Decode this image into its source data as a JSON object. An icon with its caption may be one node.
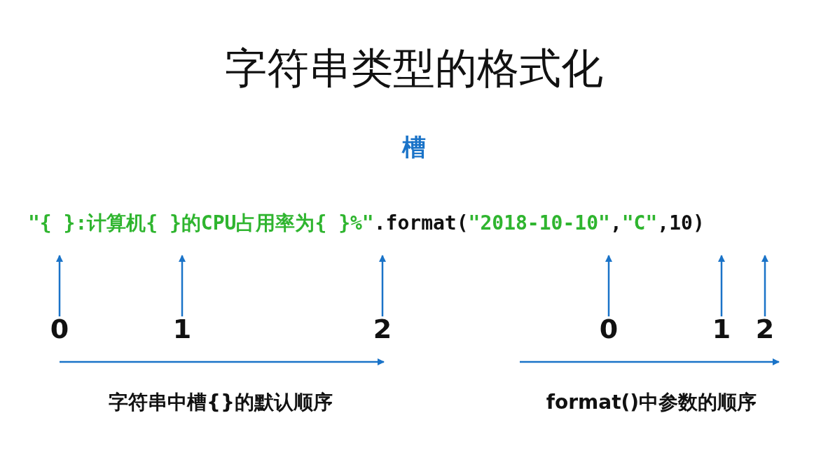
{
  "diagram": {
    "title": "字符串类型的格式化",
    "nodes": [
      {
        "text": [
          "0"
        ]
      },
      {
        "text": [
          "1"
        ]
      },
      {
        "text": [
          "2"
        ]
      },
      {
        "text": [
          "0"
        ]
      },
      {
        "text": [
          "1"
        ]
      },
      {
        "text": [
          "2"
        ]
      }
    ],
    "edges": [
      {
        "from": 0,
        "to": null,
        "arrow": "to"
      },
      {
        "from": 1,
        "to": null,
        "arrow": "to"
      },
      {
        "from": 2,
        "to": null,
        "arrow": "to"
      },
      {
        "from": 3,
        "to": null,
        "arrow": "to"
      },
      {
        "from": 4,
        "to": null,
        "arrow": "to"
      },
      {
        "from": 5,
        "to": null,
        "arrow": "to"
      }
    ],
    "labels": [
      "槽",
      "\"{ }:计算机{ }的CPU占用率为{ }%\"",
      ".format(",
      "\"2018-10-10\"",
      ",",
      "\"C\"",
      ",10)",
      "字符串中槽{}的默认顺序",
      "format()中参数的顺序"
    ]
  }
}
